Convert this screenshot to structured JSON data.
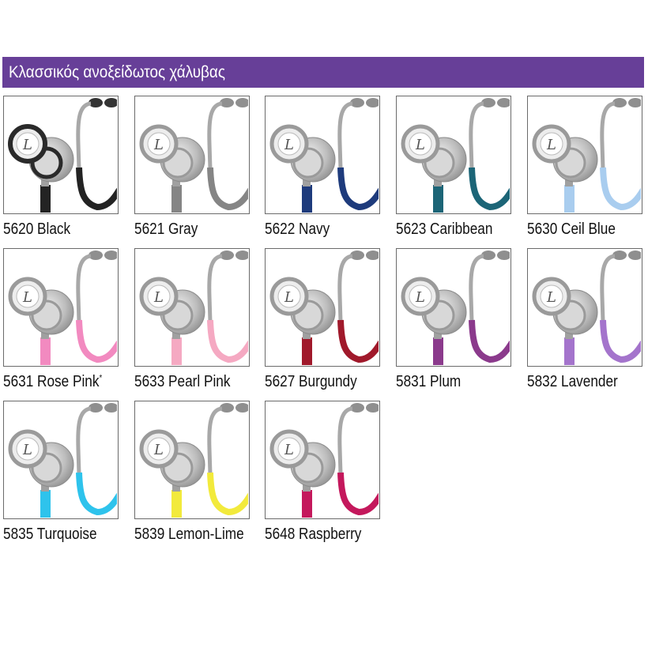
{
  "header": {
    "title": "Κλασσικός ανοξείδωτος χάλυβας",
    "color": "#673f98"
  },
  "products": [
    {
      "code": "5620",
      "name": "Black",
      "mark": "",
      "color": "#232323"
    },
    {
      "code": "5621",
      "name": "Gray",
      "mark": "",
      "color": "#858585"
    },
    {
      "code": "5622",
      "name": "Navy",
      "mark": "",
      "color": "#1e3b7c"
    },
    {
      "code": "5623",
      "name": "Caribbean",
      "mark": "",
      "color": "#1c6577"
    },
    {
      "code": "5630",
      "name": "Ceil Blue",
      "mark": "",
      "color": "#a9cdef"
    },
    {
      "code": "5631",
      "name": "Rose Pink",
      "mark": "*",
      "color": "#f28ac0"
    },
    {
      "code": "5633",
      "name": "Pearl Pink",
      "mark": "",
      "color": "#f5a9c2"
    },
    {
      "code": "5627",
      "name": "Burgundy",
      "mark": "",
      "color": "#a0192b"
    },
    {
      "code": "5831",
      "name": "Plum",
      "mark": "",
      "color": "#8b3a8c"
    },
    {
      "code": "5832",
      "name": "Lavender",
      "mark": "",
      "color": "#a474cc"
    },
    {
      "code": "5835",
      "name": "Turquoise",
      "mark": "",
      "color": "#2ec3ec"
    },
    {
      "code": "5839",
      "name": "Lemon-Lime",
      "mark": "",
      "color": "#f2ea3c"
    },
    {
      "code": "5648",
      "name": "Raspberry",
      "mark": "",
      "color": "#c4185c"
    }
  ]
}
